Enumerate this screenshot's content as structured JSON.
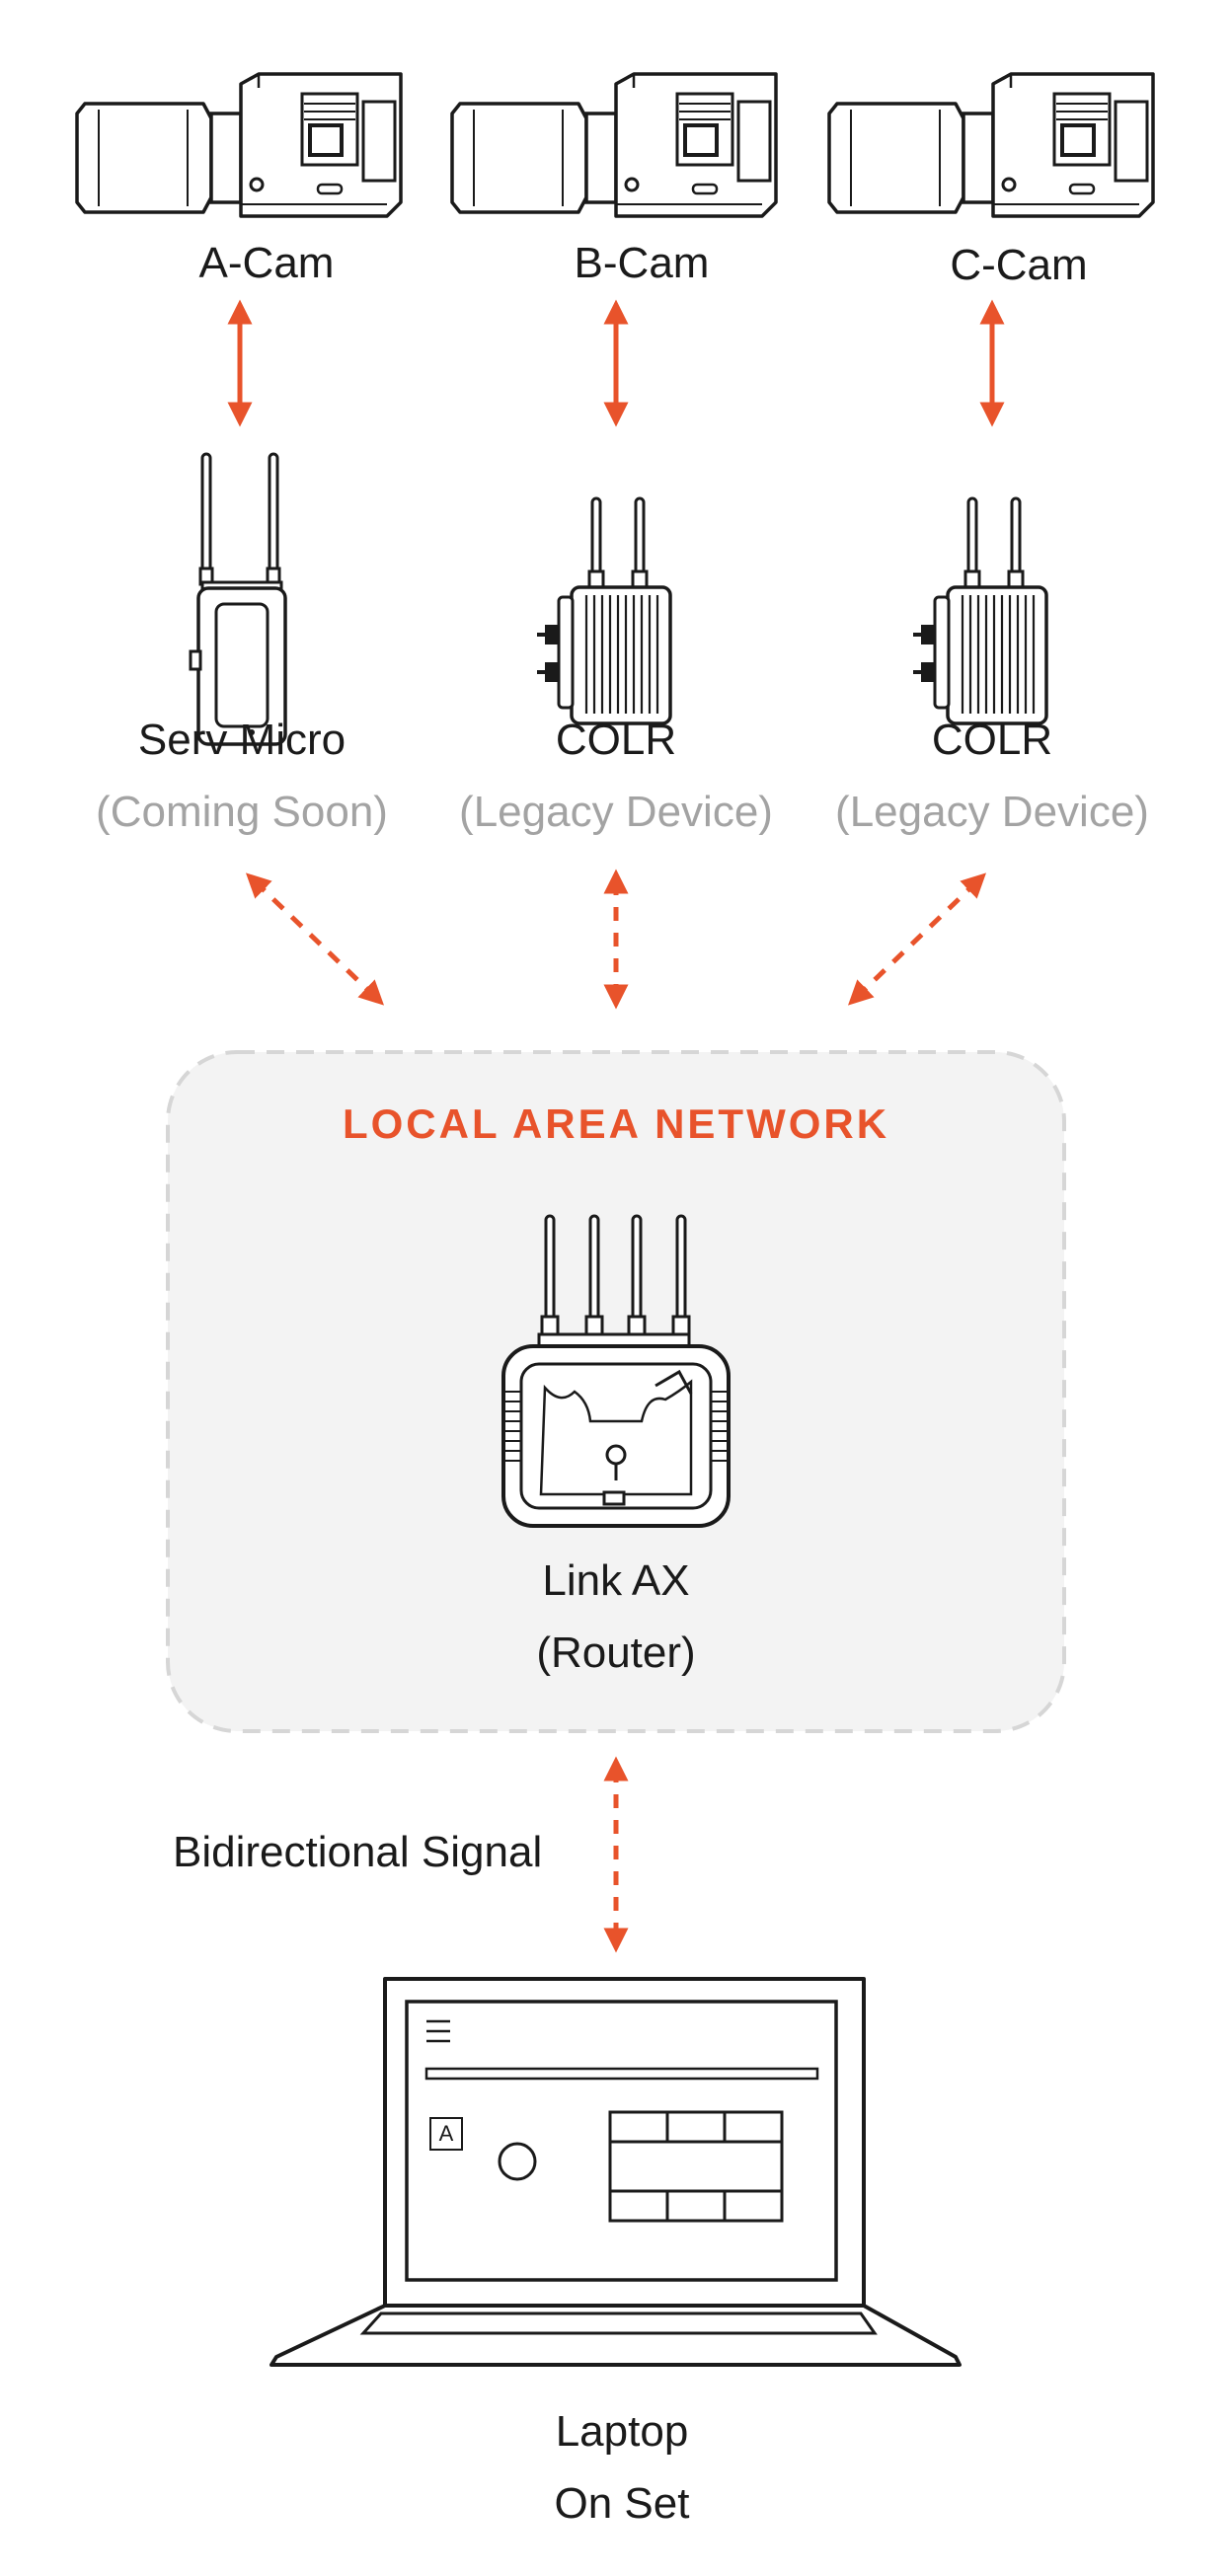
{
  "colors": {
    "accent": "#e8532b",
    "stroke": "#1a1a1a",
    "muted": "#a3a3a3",
    "lan_bg": "#f3f3f3",
    "lan_border": "#d6d6d6"
  },
  "cameras": [
    {
      "label": "A-Cam",
      "icon": "cinema-camera-icon"
    },
    {
      "label": "B-Cam",
      "icon": "cinema-camera-icon"
    },
    {
      "label": "C-Cam",
      "icon": "cinema-camera-icon"
    }
  ],
  "transmitters": [
    {
      "name": "Serv Micro",
      "note": "(Coming Soon)",
      "icon": "serv-micro-icon"
    },
    {
      "name": "COLR",
      "note": "(Legacy Device)",
      "icon": "colr-device-icon"
    },
    {
      "name": "COLR",
      "note": "(Legacy Device)",
      "icon": "colr-device-icon"
    }
  ],
  "lan": {
    "title": "LOCAL AREA NETWORK",
    "router_name": "Link AX",
    "router_note": "(Router)"
  },
  "signal_label": "Bidirectional Signal",
  "laptop": {
    "line1": "Laptop",
    "line2": "On Set",
    "screen_badge": "A",
    "icon": "laptop-icon"
  }
}
